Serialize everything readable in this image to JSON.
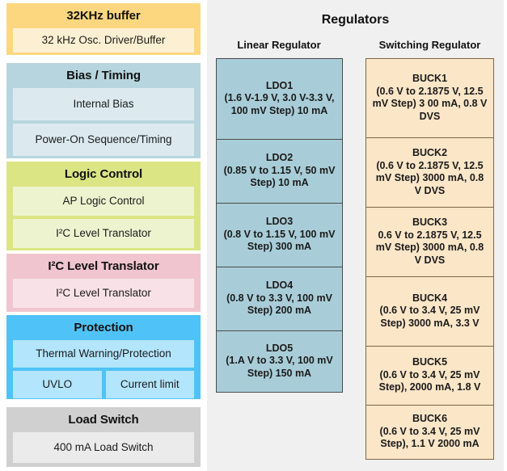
{
  "left_column": {
    "blocks": [
      {
        "title": "32KHz buffer",
        "color": "#fcd77f",
        "items": [
          [
            "32 kHz Osc. Driver/Buffer"
          ]
        ]
      },
      {
        "title": "Bias / Timing",
        "color": "#b7d5de",
        "items": [
          [
            "Internal Bias"
          ],
          [
            "Power-On Sequence/Timing"
          ]
        ]
      },
      {
        "title": "Logic Control",
        "color": "#dbe584",
        "items": [
          [
            "AP Logic Control"
          ],
          [
            "I²C Level Translator"
          ]
        ]
      },
      {
        "title": "I²C Level Translator",
        "color": "#f0c5cf",
        "items": [
          [
            "I²C Level Translator"
          ]
        ]
      },
      {
        "title": "Protection",
        "color": "#4fc3f7",
        "items": [
          [
            "Thermal Warning/Protection"
          ],
          [
            "UVLO",
            "Current limit"
          ]
        ]
      },
      {
        "title": "Load Switch",
        "color": "#d0d0d0",
        "items": [
          [
            "400 mA Load Switch"
          ]
        ]
      }
    ]
  },
  "right_panel": {
    "title": "Regulators",
    "background": "#f0f0f0",
    "columns": [
      {
        "header": "Linear Regulator",
        "fill": "#a9cdd8",
        "cells": [
          {
            "name": "LDO1",
            "spec": "(1.6 V-1.9 V, 3.0 V-3.3 V, 100 mV Step) 10 mA"
          },
          {
            "name": "LDO2",
            "spec": "(0.85 V to 1.15 V, 50 mV Step) 10 mA"
          },
          {
            "name": "LDO3",
            "spec": "(0.8 V to 1.15 V, 100 mV Step) 300 mA"
          },
          {
            "name": "LDO4",
            "spec": "(0.8 V to 3.3 V, 100 mV Step) 200 mA"
          },
          {
            "name": "LDO5",
            "spec": "(1.A V to 3.3 V, 100 mV Step) 150 mA"
          }
        ]
      },
      {
        "header": "Switching Regulator",
        "fill": "#fbe6c8",
        "cells": [
          {
            "name": "BUCK1",
            "spec": "(0.6 V to 2.1875 V, 12.5 mV Step) 3 00 mA, 0.8 V DVS"
          },
          {
            "name": "BUCK2",
            "spec": "(0.6 V to 2.1875 V, 12.5 mV Step) 3000 mA, 0.8 V DVS"
          },
          {
            "name": "BUCK3",
            "spec": "0.6 V to 2.1875 V, 12.5 mV Step) 3000 mA, 0.8 V DVS"
          },
          {
            "name": "BUCK4",
            "spec": "(0.6 V to 3.4 V, 25 mV Step) 3000 mA, 3.3 V"
          },
          {
            "name": "BUCK5",
            "spec": "(0.6 V to 3.4 V, 25 mV Step), 2000 mA, 1.8 V"
          },
          {
            "name": "BUCK6",
            "spec": "(0.6 V to 3.4 V, 25 mV Step), 1.1 V 2000 mA"
          }
        ]
      }
    ]
  }
}
